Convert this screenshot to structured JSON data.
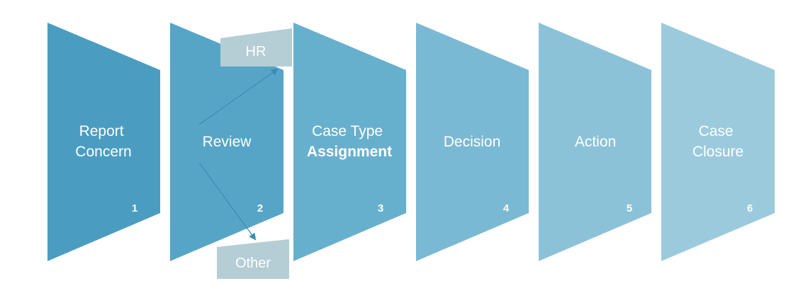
{
  "colors": {
    "step_fills": [
      "#4a9dc1",
      "#56a5c7",
      "#67b0cd",
      "#7ab9d3",
      "#8bc2d8",
      "#9ccadd"
    ],
    "branch_fill": "#b5cdd5",
    "arrow": "#3a8db5"
  },
  "steps": [
    {
      "lines": [
        "Report",
        "Concern"
      ],
      "number": "1"
    },
    {
      "lines": [
        "Review"
      ],
      "number": "2"
    },
    {
      "lines": [
        "Case Type",
        "Assignment"
      ],
      "number": "3"
    },
    {
      "lines": [
        "Decision"
      ],
      "number": "4"
    },
    {
      "lines": [
        "Action"
      ],
      "number": "5"
    },
    {
      "lines": [
        "Case",
        "Closure"
      ],
      "number": "6"
    }
  ],
  "branches": {
    "hr": {
      "label": "HR"
    },
    "other": {
      "label": "Other"
    }
  }
}
